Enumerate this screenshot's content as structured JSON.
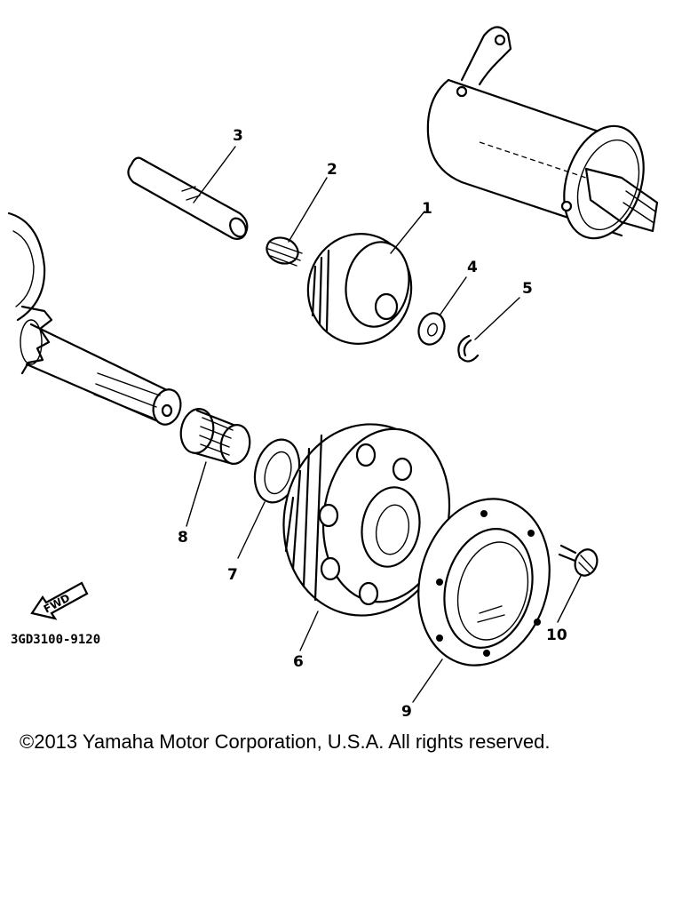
{
  "diagram": {
    "part_labels": {
      "p1": "1",
      "p2": "2",
      "p3": "3",
      "p4": "4",
      "p5": "5",
      "p6": "6",
      "p7": "7",
      "p8": "8",
      "p9": "9",
      "p10": "10"
    },
    "diagram_code": "3GD3100-9120",
    "fwd_label": "FWD"
  },
  "footer": {
    "copyright": "©2013 Yamaha Motor Corporation, U.S.A. All rights reserved."
  }
}
